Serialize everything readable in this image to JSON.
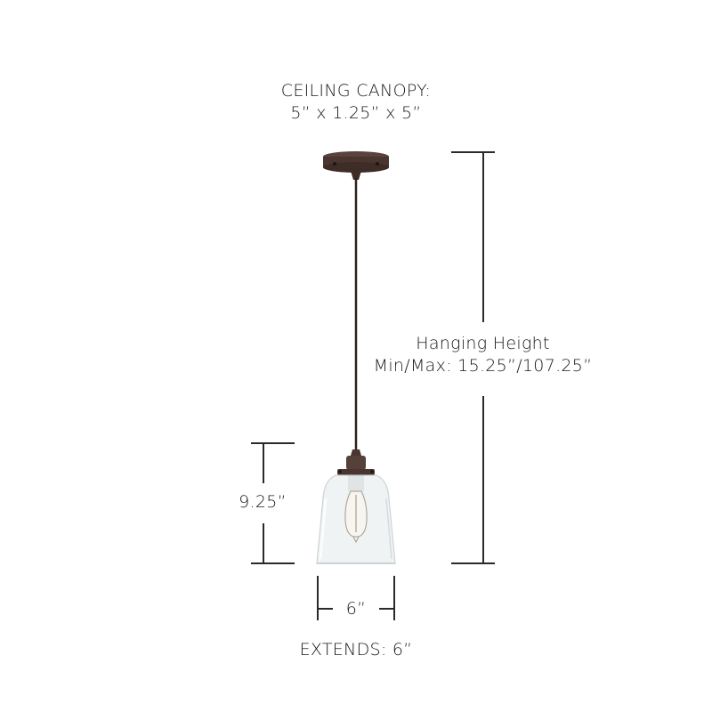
{
  "canopy": {
    "title": "CEILING CANOPY:",
    "dims": "5” x 1.25” x 5”"
  },
  "hanging_height": {
    "title": "Hanging Height",
    "range": "Min/Max: 15.25”/107.25”"
  },
  "shade_height": "9.25”",
  "shade_width": "6”",
  "extends": "EXTENDS: 6”",
  "colors": {
    "line": "#2a2a2a",
    "bronze": "#4a3530",
    "cord": "#2b2220",
    "glass": "#e9eef0"
  }
}
